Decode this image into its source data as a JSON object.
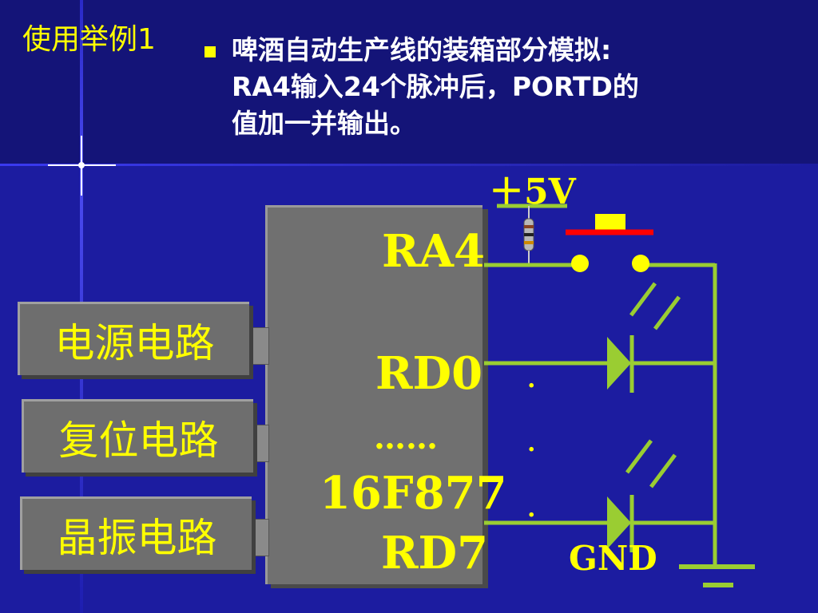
{
  "header": {
    "title": "使用举例1",
    "description_lines": [
      "啤酒自动生产线的装箱部分模拟:",
      "RA4输入24个脉冲后，PORTD的",
      "值加一并输出。"
    ]
  },
  "blocks": {
    "power": "电源电路",
    "reset": "复位电路",
    "crystal": "晶振电路"
  },
  "chip": {
    "ra4": "RA4",
    "rd0": "RD0",
    "dots": "……",
    "model": "16F877",
    "rd7": "RD7"
  },
  "circuit": {
    "vcc": "＋5V",
    "gnd": "GND",
    "vdots": ".",
    "wire_color": "#9acd32",
    "switch_color": "#ff0000",
    "contact_color": "#ffff00"
  }
}
